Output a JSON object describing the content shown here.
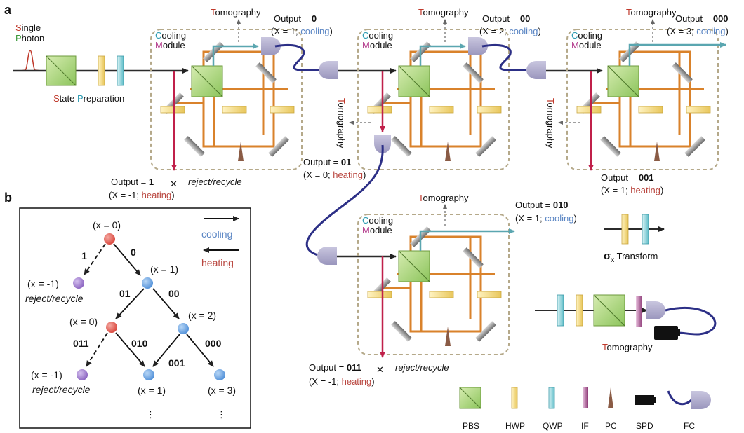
{
  "panel_a": "a",
  "panel_b": "b",
  "source": {
    "line1_first": "S",
    "line1_rest": "ingle",
    "line2_first": "P",
    "line2_rest": "hoton"
  },
  "state_prep": {
    "p1": "S",
    "p2": "tate ",
    "p3": "P",
    "p4": "reparation"
  },
  "module_label": {
    "c": "C",
    "ooling": "ooling",
    "m": "M",
    "odule": "odule"
  },
  "tomography": {
    "t": "T",
    "rest": "omography"
  },
  "outputs": {
    "prefix": "Output = ",
    "o0": {
      "code": "0",
      "x": "(X = 1; ",
      "state": "cooling",
      "close": ")"
    },
    "o00": {
      "code": "00",
      "x": "(X = 2; ",
      "state": "cooling",
      "close": ")"
    },
    "o000": {
      "code": "000",
      "x": "(X = 3; ",
      "state": "cooling",
      "close": ")"
    },
    "o1": {
      "code": "1",
      "x": "(X = -1; ",
      "state": "heating",
      "close": ")"
    },
    "o01": {
      "code": "01",
      "x": "(X = 0; ",
      "state": "heating",
      "close": ")"
    },
    "o001": {
      "code": "001",
      "x": "(X = 1; ",
      "state": "heating",
      "close": ")"
    },
    "o010": {
      "code": "010",
      "x": "(X = 1; ",
      "state": "cooling",
      "close": ")"
    },
    "o011": {
      "code": "011",
      "x": "(X = -1; ",
      "state": "heating",
      "close": ")"
    }
  },
  "reject": "reject/recycle",
  "sigma": {
    "symbol": "σ",
    "sub": "x",
    "label": " Transform"
  },
  "tomo_bottom": {
    "t": "T",
    "rest": "omography"
  },
  "legend_items": [
    "PBS",
    "HWP",
    "QWP",
    "IF",
    "PC",
    "SPD",
    "FC"
  ],
  "tree": {
    "nodes": [
      "(x = 0)",
      "(x = 1)",
      "(x = -1)",
      "(x = 0)",
      "(x = 2)",
      "(x = -1)",
      "(x = 1)",
      "(x = 3)"
    ],
    "edges": [
      "1",
      "0",
      "01",
      "00",
      "011",
      "010",
      "001",
      "000"
    ],
    "reject": "reject/recycle",
    "cooling": "cooling",
    "heating": "heating",
    "dots": "⋮"
  },
  "colors": {
    "cooling": "#5b86c4",
    "heating": "#b9463f",
    "beam": "#2b2b2b",
    "loop": "#d9822b",
    "reject_beam": "#c0204a",
    "out_beam": "#5aa6b0",
    "fiber": "#2c2f86",
    "box": "#b5a98a"
  }
}
